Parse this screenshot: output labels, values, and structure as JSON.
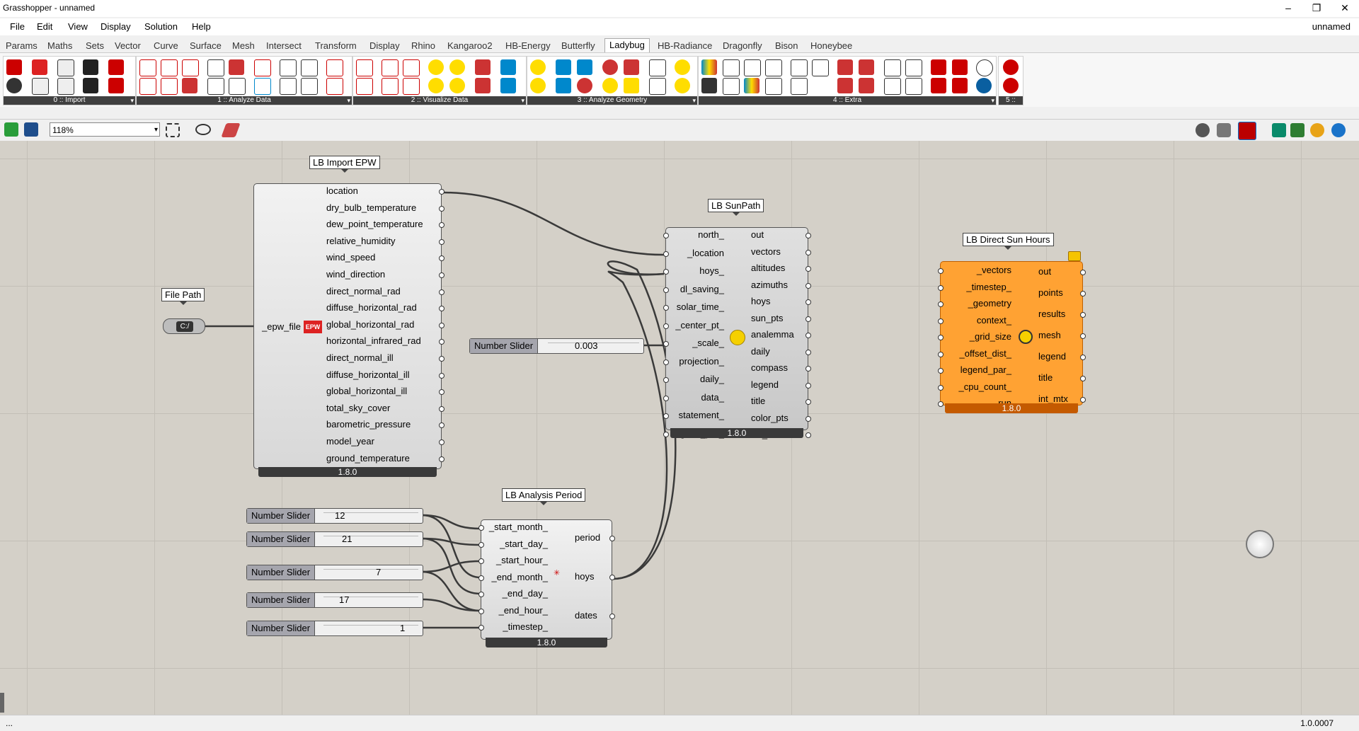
{
  "window": {
    "title": "Grasshopper - unnamed",
    "doc_name": "unnamed",
    "min": "–",
    "max": "❐",
    "close": "✕"
  },
  "menu": [
    "File",
    "Edit",
    "View",
    "Display",
    "Solution",
    "Help"
  ],
  "tabs": [
    "Params",
    "Maths",
    "Sets",
    "Vector",
    "Curve",
    "Surface",
    "Mesh",
    "Intersect",
    "Transform",
    "Display",
    "Rhino",
    "Kangaroo2",
    "HB-Energy",
    "Butterfly",
    "Ladybug",
    "HB-Radiance",
    "Dragonfly",
    "Bison",
    "Honeybee"
  ],
  "ribbon_groups": [
    "0 :: Import",
    "1 :: Analyze Data",
    "2 :: Visualize Data",
    "3 :: Analyze Geometry",
    "4 :: Extra",
    "5 ::"
  ],
  "toolbar": {
    "zoom": "118%",
    "zoom_dropdown": "▾"
  },
  "colors": {
    "canvas": "#d4d0c8",
    "ladybug_orange": "#ffa233",
    "accent_blue": "#0078d7"
  },
  "canvas": {
    "import_epw": {
      "name": "LB Import EPW",
      "input": "_epw_file",
      "outputs": [
        "location",
        "dry_bulb_temperature",
        "dew_point_temperature",
        "relative_humidity",
        "wind_speed",
        "wind_direction",
        "direct_normal_rad",
        "diffuse_horizontal_rad",
        "global_horizontal_rad",
        "horizontal_infrared_rad",
        "direct_normal_ill",
        "diffuse_horizontal_ill",
        "global_horizontal_ill",
        "total_sky_cover",
        "barometric_pressure",
        "model_year",
        "ground_temperature"
      ],
      "version": "1.8.0"
    },
    "file_path": {
      "name": "File Path"
    },
    "sunpath": {
      "name": "LB SunPath",
      "inputs": [
        "north_",
        "_location",
        "hoys_",
        "dl_saving_",
        "solar_time_",
        "_center_pt_",
        "_scale_",
        "projection_",
        "daily_",
        "data_",
        "statement_",
        "legend_par_"
      ],
      "outputs": [
        "out",
        "vectors",
        "altitudes",
        "azimuths",
        "hoys",
        "sun_pts",
        "analemma",
        "daily",
        "compass",
        "legend",
        "title",
        "color_pts",
        "vis_set"
      ],
      "version": "1.8.0"
    },
    "direct_sun": {
      "name": "LB Direct Sun Hours",
      "inputs": [
        "_vectors",
        "_timestep_",
        "_geometry",
        "context_",
        "_grid_size",
        "_offset_dist_",
        "legend_par_",
        "_cpu_count_",
        "_run"
      ],
      "outputs": [
        "out",
        "points",
        "results",
        "mesh",
        "legend",
        "title",
        "int_mtx"
      ],
      "version": "1.8.0"
    },
    "analysis_period": {
      "name": "LB Analysis Period",
      "inputs": [
        "_start_month_",
        "_start_day_",
        "_start_hour_",
        "_end_month_",
        "_end_day_",
        "_end_hour_",
        "_timestep_"
      ],
      "outputs": [
        "period",
        "hoys",
        "dates"
      ],
      "version": "1.8.0"
    },
    "sliders": [
      {
        "label": "Number Slider",
        "value": "0.003"
      },
      {
        "label": "Number Slider",
        "value": "12"
      },
      {
        "label": "Number Slider",
        "value": "21"
      },
      {
        "label": "Number Slider",
        "value": "7"
      },
      {
        "label": "Number Slider",
        "value": "17"
      },
      {
        "label": "Number Slider",
        "value": "1"
      }
    ]
  },
  "status": {
    "left": "...",
    "right": "1.0.0007"
  }
}
